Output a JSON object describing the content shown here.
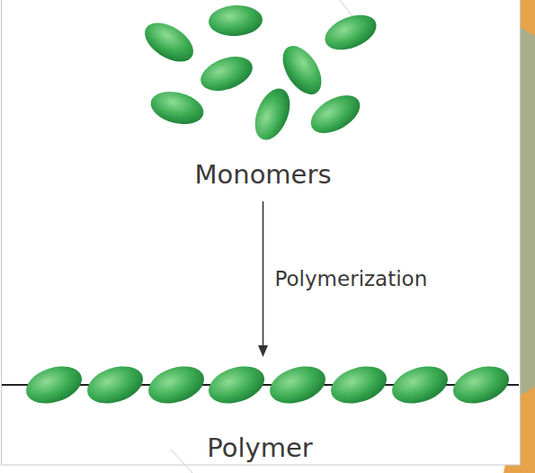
{
  "diagram": {
    "nodes": [
      {
        "text": [
          "Monomers"
        ]
      },
      {
        "text": [
          "Polymer"
        ]
      }
    ],
    "edges": [
      {
        "from": 0,
        "to": 1,
        "label": "Polymerization",
        "arrow": "to"
      }
    ]
  }
}
